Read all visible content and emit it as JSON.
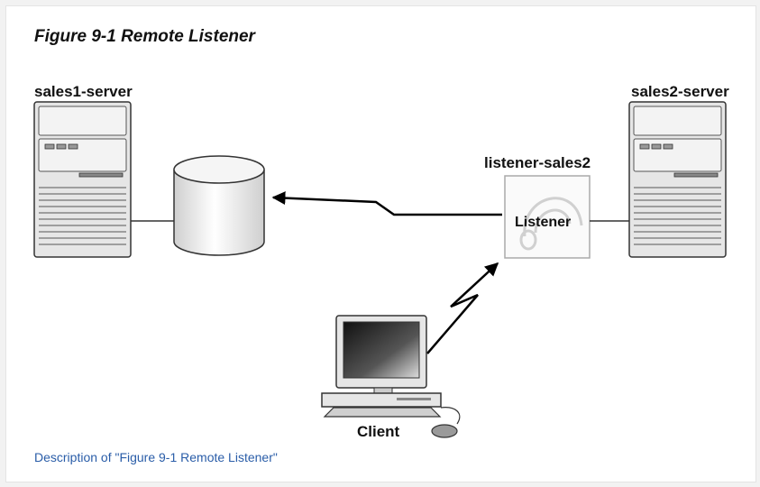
{
  "figure": {
    "title": "Figure 9-1 Remote Listener",
    "description_link": "Description of \"Figure 9-1 Remote Listener\""
  },
  "diagram": {
    "server_left": "sales1-server",
    "server_right": "sales2-server",
    "listener_name": "listener-sales2",
    "listener_box_label": "Listener",
    "client": "Client"
  },
  "colors": {
    "link": "#2a5da8",
    "outline": "#333333",
    "fill_light": "#e9e9e9"
  }
}
